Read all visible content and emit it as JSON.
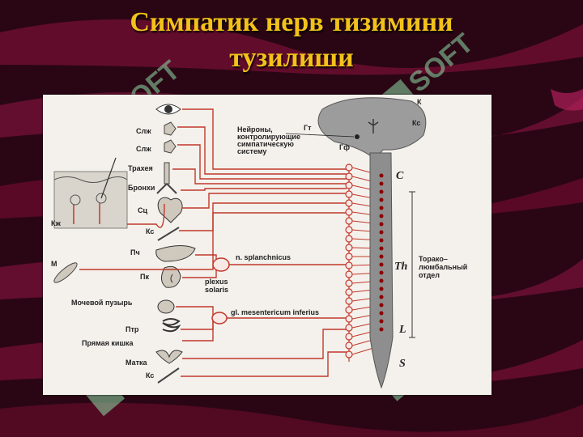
{
  "slide": {
    "title_line1": "Симпатик нерв тизимини",
    "title_line2": "тузилиши",
    "watermark_text": "SOFT"
  },
  "figure": {
    "organs": {
      "slzh1": "Слж",
      "slzh2": "Слж",
      "trachea": "Трахея",
      "bronchi": "Бронхи",
      "heart": "Сц",
      "vessels1": "Кс",
      "liver": "Пч",
      "kidney": "Пк",
      "bladder": "Мочевой пузырь",
      "ptr": "Птр",
      "rectum": "Прямая кишка",
      "uterus": "Матка",
      "vessels2": "Кс",
      "skin": "Кж",
      "muscle": "М"
    },
    "brain": {
      "k": "К",
      "ks": "Кс",
      "gt": "Гт",
      "gf": "Гф",
      "neurons_l1": "Нейроны,",
      "neurons_l2": "контролирующие",
      "neurons_l3": "симпатическую",
      "neurons_l4": "систему"
    },
    "ganglia": {
      "splanchnicus": "n. splanchnicus",
      "plexus1": "plexus",
      "plexus2": "solaris",
      "mesentericum": "gl. mesentericum inferius"
    },
    "spine": {
      "c": "C",
      "th": "Th",
      "l": "L",
      "s": "S",
      "region1": "Торако–",
      "region2": "люмбальный",
      "region3": "отдел"
    }
  },
  "colors": {
    "background": "#2a0614",
    "title": "#f2c21a",
    "nerve": "#c0392b"
  },
  "icons": [
    "eye-icon",
    "heart-icon",
    "liver-icon",
    "kidney-icon",
    "bladder-icon",
    "uterus-icon",
    "brain-icon",
    "spine-icon",
    "ganglion-icon"
  ]
}
